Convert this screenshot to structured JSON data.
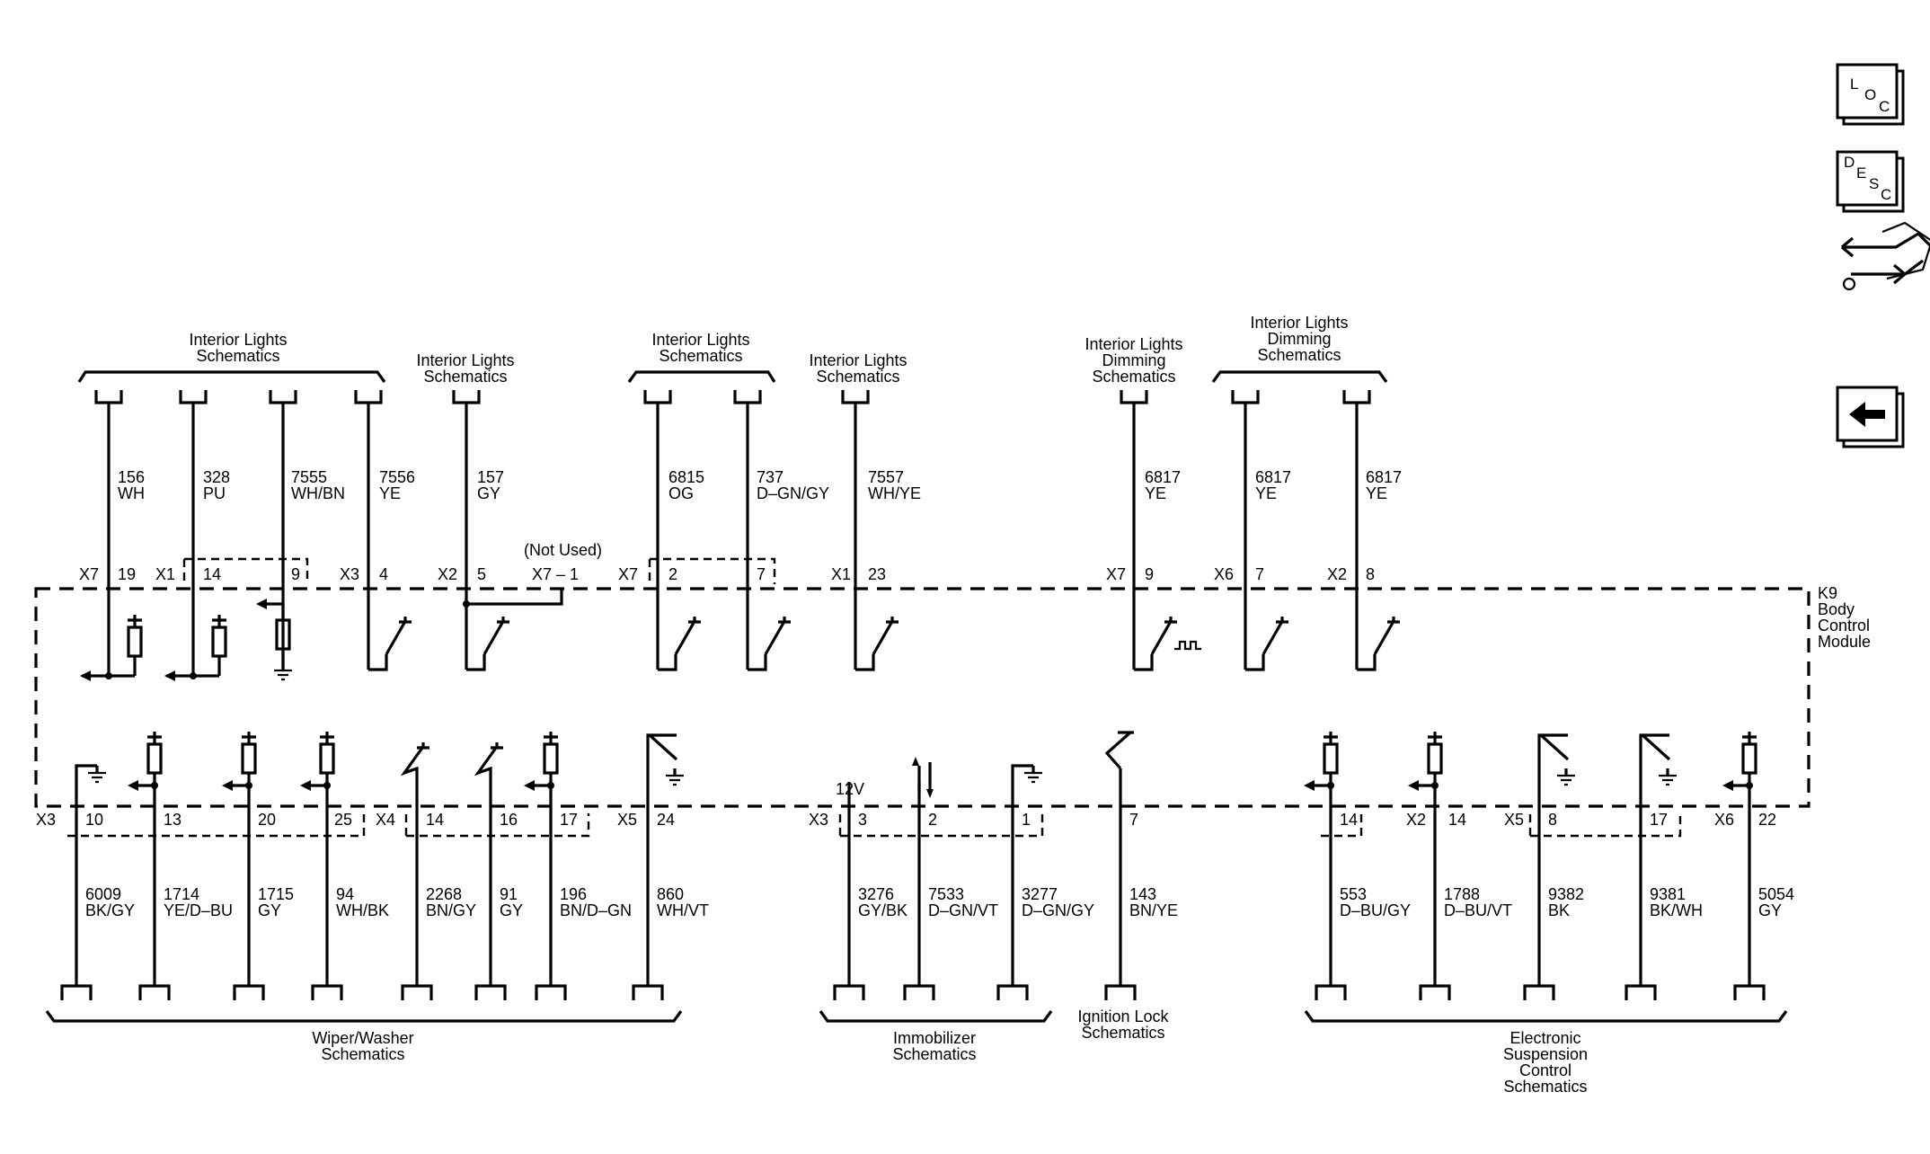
{
  "nav": {
    "loc": {
      "l1": "L",
      "l2": "O",
      "l3": "C"
    },
    "desc": {
      "l1": "D",
      "l2": "E",
      "l3": "S",
      "l4": "C"
    }
  },
  "module": {
    "name": "K9",
    "desc1": "Body",
    "desc2": "Control",
    "desc3": "Module"
  },
  "top": {
    "headers": [
      [
        "Interior Lights",
        "Schematics"
      ],
      [
        "Interior Lights",
        "Schematics"
      ],
      [
        "Interior Lights",
        "Schematics"
      ],
      [
        "Interior Lights",
        "Schematics"
      ],
      [
        "Interior Lights",
        "Dimming",
        "Schematics"
      ],
      [
        "Interior Lights",
        "Dimming",
        "Schematics"
      ]
    ],
    "wires": [
      {
        "circuit": "156",
        "color": "WH",
        "conn": "X7",
        "pin": "19"
      },
      {
        "circuit": "328",
        "color": "PU",
        "conn": "X1",
        "pin": "14"
      },
      {
        "circuit": "7555",
        "color": "WH/BN",
        "conn": "",
        "pin": "9"
      },
      {
        "circuit": "7556",
        "color": "YE",
        "conn": "X3",
        "pin": "4"
      },
      {
        "circuit": "157",
        "color": "GY",
        "conn": "X2",
        "pin": "5"
      },
      {
        "circuit": "6815",
        "color": "OG",
        "conn": "X7",
        "pin": "2"
      },
      {
        "circuit": "737",
        "color": "D–GN/GY",
        "conn": "",
        "pin": "7"
      },
      {
        "circuit": "7557",
        "color": "WH/YE",
        "conn": "X1",
        "pin": "23"
      },
      {
        "circuit": "6817",
        "color": "YE",
        "conn": "X7",
        "pin": "9"
      },
      {
        "circuit": "6817",
        "color": "YE",
        "conn": "X6",
        "pin": "7"
      },
      {
        "circuit": "6817",
        "color": "YE",
        "conn": "X2",
        "pin": "8"
      }
    ],
    "not_used": {
      "label": "(Not Used)",
      "conn": "X7 – 1"
    }
  },
  "bottom": {
    "wires": [
      {
        "circuit": "6009",
        "color": "BK/GY",
        "conn": "X3",
        "pin": "10"
      },
      {
        "circuit": "1714",
        "color": "YE/D–BU",
        "conn": "",
        "pin": "13"
      },
      {
        "circuit": "1715",
        "color": "GY",
        "conn": "",
        "pin": "20"
      },
      {
        "circuit": "94",
        "color": "WH/BK",
        "conn": "",
        "pin": "25"
      },
      {
        "circuit": "2268",
        "color": "BN/GY",
        "conn": "X4",
        "pin": "14"
      },
      {
        "circuit": "91",
        "color": "GY",
        "conn": "",
        "pin": "16"
      },
      {
        "circuit": "196",
        "color": "BN/D–GN",
        "conn": "",
        "pin": "17"
      },
      {
        "circuit": "860",
        "color": "WH/VT",
        "conn": "X5",
        "pin": "24"
      },
      {
        "circuit": "3276",
        "color": "GY/BK",
        "conn": "X3",
        "pin": "3"
      },
      {
        "circuit": "7533",
        "color": "D–GN/VT",
        "conn": "",
        "pin": "2"
      },
      {
        "circuit": "3277",
        "color": "D–GN/GY",
        "conn": "",
        "pin": "1"
      },
      {
        "circuit": "143",
        "color": "BN/YE",
        "conn": "",
        "pin": "7"
      },
      {
        "circuit": "553",
        "color": "D–BU/GY",
        "conn": "",
        "pin": "14"
      },
      {
        "circuit": "1788",
        "color": "D–BU/VT",
        "conn": "X2",
        "pin": "14"
      },
      {
        "circuit": "9382",
        "color": "BK",
        "conn": "X5",
        "pin": "8"
      },
      {
        "circuit": "9381",
        "color": "BK/WH",
        "conn": "",
        "pin": "17"
      },
      {
        "circuit": "5054",
        "color": "GY",
        "conn": "X6",
        "pin": "22"
      }
    ],
    "v12": "12V",
    "footers": {
      "wiper": [
        "Wiper/Washer",
        "Schematics"
      ],
      "immob": [
        "Immobilizer",
        "Schematics"
      ],
      "ign": [
        "Ignition Lock",
        "Schematics"
      ],
      "esc": [
        "Electronic",
        "Suspension",
        "Control",
        "Schematics"
      ]
    }
  }
}
